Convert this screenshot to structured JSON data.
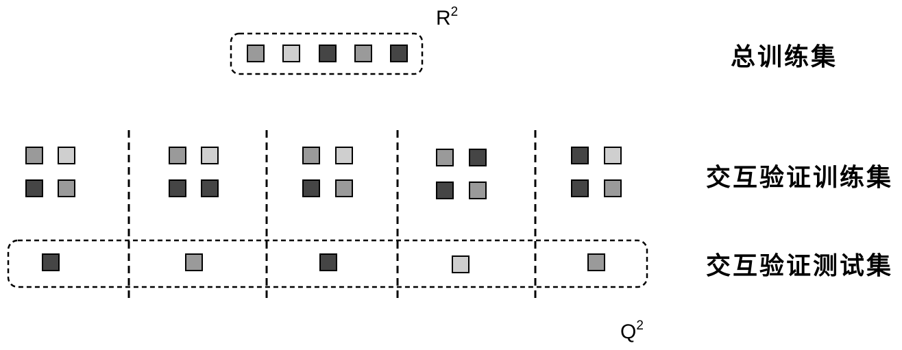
{
  "colors": {
    "light": "#cfcfcf",
    "medium": "#9a9a9a",
    "dark": "#454545",
    "outline": "#000000"
  },
  "metrics": {
    "r": {
      "base": "R",
      "sup": "2"
    },
    "q": {
      "base": "Q",
      "sup": "2"
    }
  },
  "labels": {
    "total_train": "总训练集",
    "cv_train": "交互验证训练集",
    "cv_test": "交互验证测试集"
  },
  "total_training_set": [
    "medium",
    "light",
    "dark",
    "medium",
    "dark"
  ],
  "folds": [
    {
      "train": [
        "medium",
        "light",
        "dark",
        "medium"
      ],
      "test": "dark"
    },
    {
      "train": [
        "medium",
        "light",
        "dark",
        "dark"
      ],
      "test": "medium"
    },
    {
      "train": [
        "medium",
        "light",
        "dark",
        "medium"
      ],
      "test": "dark"
    },
    {
      "train": [
        "medium",
        "dark",
        "dark",
        "medium"
      ],
      "test": "light"
    },
    {
      "train": [
        "dark",
        "light",
        "dark",
        "medium"
      ],
      "test": "medium"
    }
  ]
}
